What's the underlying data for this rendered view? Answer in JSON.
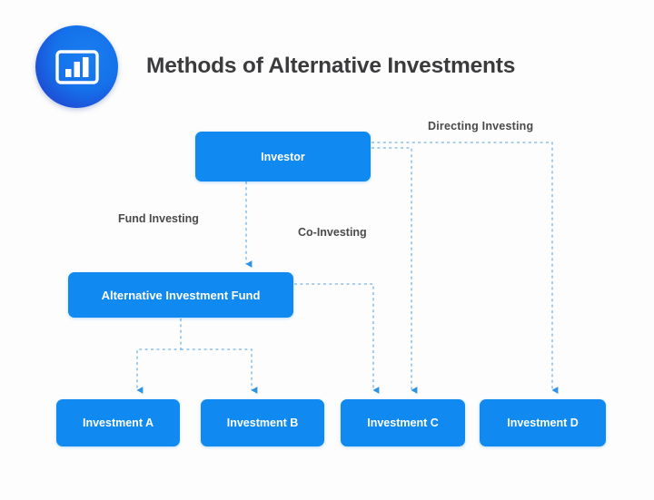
{
  "header": {
    "title": "Methods of Alternative Investments",
    "logo_icon": "bar-chart-icon",
    "logo_color": "#1572ea",
    "title_color": "#3b3b3d"
  },
  "theme": {
    "background": "#fdfdfd",
    "node_fill": "#1089f0",
    "node_text": "#ffffff",
    "connector": "#4a9fe8",
    "label_text": "#4a4a4c"
  },
  "diagram": {
    "type": "flowchart",
    "nodes": [
      {
        "id": "investor",
        "label": "Investor",
        "level": 1
      },
      {
        "id": "fund",
        "label": "Alternative Investment Fund",
        "level": 2
      },
      {
        "id": "investment_a",
        "label": "Investment A",
        "level": 3
      },
      {
        "id": "investment_b",
        "label": "Investment B",
        "level": 3
      },
      {
        "id": "investment_c",
        "label": "Investment C",
        "level": 3
      },
      {
        "id": "investment_d",
        "label": "Investment D",
        "level": 3
      }
    ],
    "edge_labels": {
      "fund_investing": "Fund Investing",
      "co_investing": "Co-Investing",
      "directing_investing": "Directing  Investing"
    },
    "edges": [
      {
        "from": "investor",
        "to": "fund",
        "label": "Fund Investing",
        "style": "dashed"
      },
      {
        "from": "fund",
        "to": "investment_a",
        "label": "",
        "style": "dashed"
      },
      {
        "from": "fund",
        "to": "investment_b",
        "label": "",
        "style": "dashed"
      },
      {
        "from": "fund",
        "to": "investment_c",
        "label": "Co-Investing",
        "style": "dashed"
      },
      {
        "from": "investor",
        "to": "investment_c",
        "label": "",
        "style": "dashed"
      },
      {
        "from": "investor",
        "to": "investment_d",
        "label": "Directing  Investing",
        "style": "dashed"
      }
    ]
  }
}
